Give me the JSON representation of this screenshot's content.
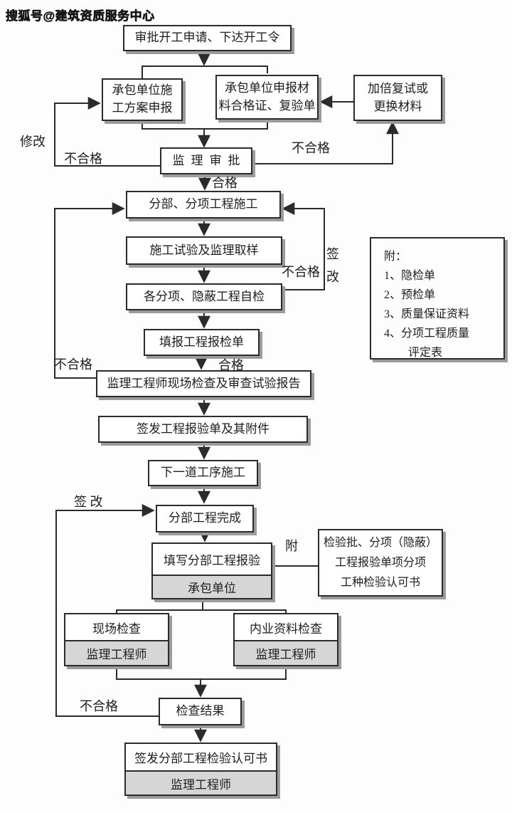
{
  "watermark": "搜狐号@建筑资质服务中心",
  "colors": {
    "line": "#2b2b2b",
    "box_border": "#2b2b2b",
    "box_shadow": "#9b9b9b",
    "gray_fill": "#d6d6d6",
    "text": "#1d1d1d",
    "background": "#fdfdfd"
  },
  "boxes": {
    "approve_start": "审批开工申请、下达开工令",
    "contractor_plan": "承包单位施\n工方案申报",
    "contractor_materials": "承包单位申报材\n料合格证、复验单",
    "retest": "加倍复试或\n更换材料",
    "supervisor_review": "监理审批",
    "subdivision_construction": "分部、分项工程施工",
    "test_sampling": "施工试验及监理取样",
    "self_inspection": "各分项、隐蔽工程自检",
    "fill_inspection_form": "填报工程报检单",
    "site_check_report": "监理工程师现场检查及审查试验报告",
    "issue_inspection_form": "签发工程报验单及其附件",
    "next_process": "下一道工序施工",
    "subproject_complete": "分部工程完成",
    "fill_subproject_report": "填写分部工程报验",
    "contractor_unit": "承包单位",
    "attachment_ref": "检验批、分项（隐蔽）\n工程报验单项分项\n工种检验认可书",
    "site_inspection": "现场检查",
    "site_inspection_role": "监理工程师",
    "office_inspection": "内业资料检查",
    "office_inspection_role": "监理工程师",
    "check_result": "检查结果",
    "issue_certificate": "签发分部工程检验认可书",
    "issue_certificate_role": "监理工程师"
  },
  "edge_labels": {
    "modify": "修改",
    "fail_review_left": "不合格",
    "fail_review_right": "不合格",
    "pass_review": "合格",
    "fail_self_inspection": "不合格",
    "sign_change_vertical": "签\n改",
    "fail_site_check": "不合格",
    "pass_fill_form": "合格",
    "sign_change_bottom": "签 改",
    "attach": "附",
    "fail_check_result": "不合格"
  },
  "note": {
    "lines": [
      "附：",
      "1、隐检单",
      "2、预检单",
      "3、质量保证资料",
      "4、分项工程质量",
      "评定表"
    ]
  }
}
